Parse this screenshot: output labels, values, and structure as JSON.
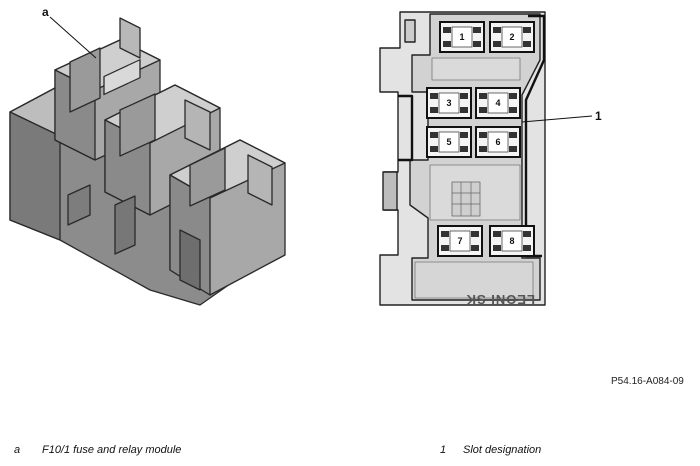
{
  "callouts": {
    "left": "a",
    "right": "1"
  },
  "reference_code": "P54.16-A084-09",
  "legend": [
    {
      "key": "a",
      "text": "F10/1 fuse and relay module"
    },
    {
      "key": "1",
      "text": "Slot designation"
    }
  ],
  "slots": [
    "1",
    "2",
    "3",
    "4",
    "5",
    "6",
    "7",
    "8"
  ],
  "brand_mark": "LEONI SK"
}
